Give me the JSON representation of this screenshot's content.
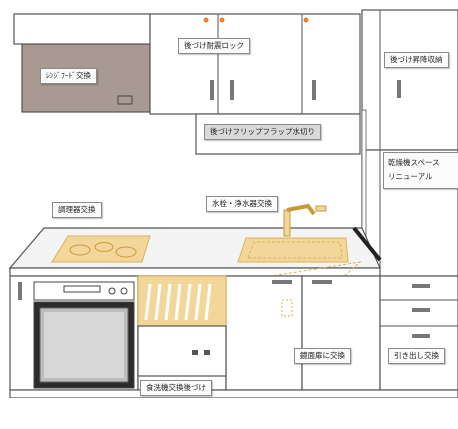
{
  "labels": {
    "range_hood": "ﾚﾝｼﾞﾌｰﾄﾞ交換",
    "retrofit_lock": "後づけ耐震ロック",
    "retrofit_lift_storage": "後づけ昇降収納",
    "flip_flap_drainer": "後づけフリップフラップ水切り",
    "dryer_space_line1": "乾燥機スペース",
    "dryer_space_line2": "リニューアル",
    "cooktop_replacement": "調理器交換",
    "faucet_replacement": "水栓・浄水器交換",
    "basin_door_replacement": "鏡面扉に交換",
    "drawer_replacement": "引き出し交換",
    "dishwasher_retrofit": "食洗機交換後づけ"
  },
  "colors": {
    "outline": "#555555",
    "hood": "#a89a92",
    "cabinet": "#ffffff",
    "counter": "#f4f4f4",
    "highlight": "#f3d79a",
    "highlight_stroke": "#d8b25a",
    "dark_panel": "#2c2c2c",
    "knob_orange": "#e8862a"
  }
}
